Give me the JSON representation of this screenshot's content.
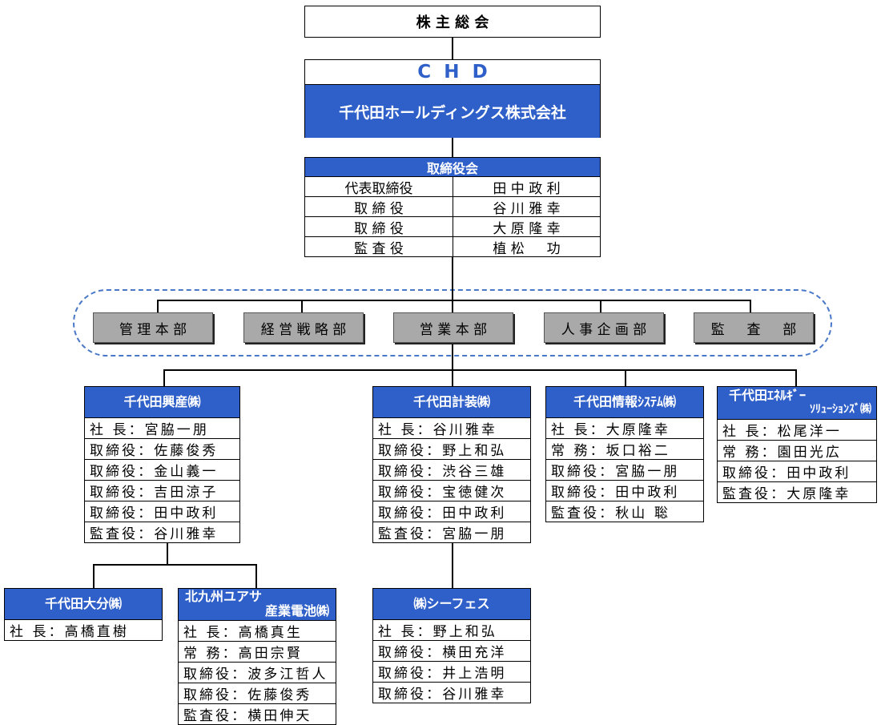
{
  "shareholders": "株 主 総 会",
  "hd_abbrev": "CHD",
  "hd_name": "千代田ホールディングス株式会社",
  "board": {
    "title": "取締役会",
    "rows": [
      {
        "role": "代表取締役",
        "name": "田 中 政 利"
      },
      {
        "role": "取 締 役",
        "name": "谷 川 雅 幸"
      },
      {
        "role": "取 締 役",
        "name": "大 原 隆 幸"
      },
      {
        "role": "監 査 役",
        "name": "植 松 　 功"
      }
    ]
  },
  "departments": [
    "管 理 本 部",
    "経 営 戦 略 部",
    "営 業 本 部",
    "人 事 企 画 部",
    "監 　 査 　 部"
  ],
  "companies": [
    {
      "name": "千代田興産㈱",
      "rows": [
        "社 長：宮脇一朋",
        "取締役：佐藤俊秀",
        "取締役：金山義一",
        "取締役：吉田涼子",
        "取締役：田中政利",
        "監査役：谷川雅幸"
      ]
    },
    {
      "name": "千代田計装㈱",
      "rows": [
        "社 長：谷川雅幸",
        "取締役：野上和弘",
        "取締役：渋谷三雄",
        "取締役：宝徳健次",
        "取締役：田中政利",
        "監査役：宮脇一朋"
      ]
    },
    {
      "name": "千代田情報ｼｽﾃﾑ㈱",
      "rows": [
        "社 長：大原隆幸",
        "常 務：坂口裕二",
        "取締役：宮脇一朋",
        "取締役：田中政利",
        "監査役：秋山 聡"
      ]
    },
    {
      "name": "千代田ｴﾈﾙｷﾞｰ",
      "name2": "ｿﾘｭｰｼｮﾝｽﾞ㈱",
      "rows": [
        "社 長：松尾洋一",
        "常 務：園田光広",
        "取締役：田中政利",
        "監査役：大原隆幸"
      ]
    },
    {
      "name": "千代田大分㈱",
      "rows": [
        "社 長：高橋直樹"
      ]
    },
    {
      "name": "北九州ユアサ",
      "name2": "産業電池㈱",
      "rows": [
        "社 長：高橋真生",
        "常 務：高田宗賢",
        "取締役：波多江哲人",
        "取締役：佐藤俊秀",
        "監査役：横田伸天"
      ]
    },
    {
      "name": "㈱シーフェス",
      "rows": [
        "社 長：野上和弘",
        "取締役：横田充洋",
        "取締役：井上浩明",
        "取締役：谷川雅幸"
      ]
    }
  ]
}
